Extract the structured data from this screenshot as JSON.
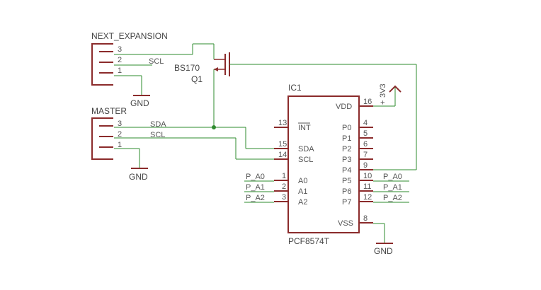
{
  "colors": {
    "symbol": "#8b2b2b",
    "net": "#2e8b2e",
    "text": "#555555"
  },
  "connectors": {
    "next_expansion": {
      "name": "NEXT_EXPANSION",
      "pins": [
        "3",
        "2",
        "1"
      ],
      "net_labels": [
        "SCL"
      ],
      "gnd": "GND"
    },
    "master": {
      "name": "MASTER",
      "pins": [
        "3",
        "2",
        "1"
      ],
      "net_labels": [
        "SDA",
        "SCL"
      ],
      "gnd": "GND"
    }
  },
  "transistor": {
    "part": "BS170",
    "ref": "Q1"
  },
  "ic": {
    "ref": "IC1",
    "part": "PCF8574T",
    "left_pins": [
      {
        "num": "13",
        "name": "INT"
      },
      {
        "num": "15",
        "name": "SDA"
      },
      {
        "num": "14",
        "name": "SCL"
      },
      {
        "num": "1",
        "name": "A0"
      },
      {
        "num": "2",
        "name": "A1"
      },
      {
        "num": "3",
        "name": "A2"
      }
    ],
    "right_pins": [
      {
        "num": "16",
        "name": "VDD"
      },
      {
        "num": "4",
        "name": "P0"
      },
      {
        "num": "5",
        "name": "P1"
      },
      {
        "num": "6",
        "name": "P2"
      },
      {
        "num": "7",
        "name": "P3"
      },
      {
        "num": "9",
        "name": "P4"
      },
      {
        "num": "10",
        "name": "P5"
      },
      {
        "num": "11",
        "name": "P6"
      },
      {
        "num": "12",
        "name": "P7"
      },
      {
        "num": "8",
        "name": "VSS"
      }
    ]
  },
  "net_labels_left": [
    "P_A0",
    "P_A1",
    "P_A2"
  ],
  "net_labels_right": [
    "P_A0",
    "P_A1",
    "P_A2"
  ],
  "power": {
    "supply": "3V3",
    "plus": "+",
    "gnd": "GND"
  }
}
